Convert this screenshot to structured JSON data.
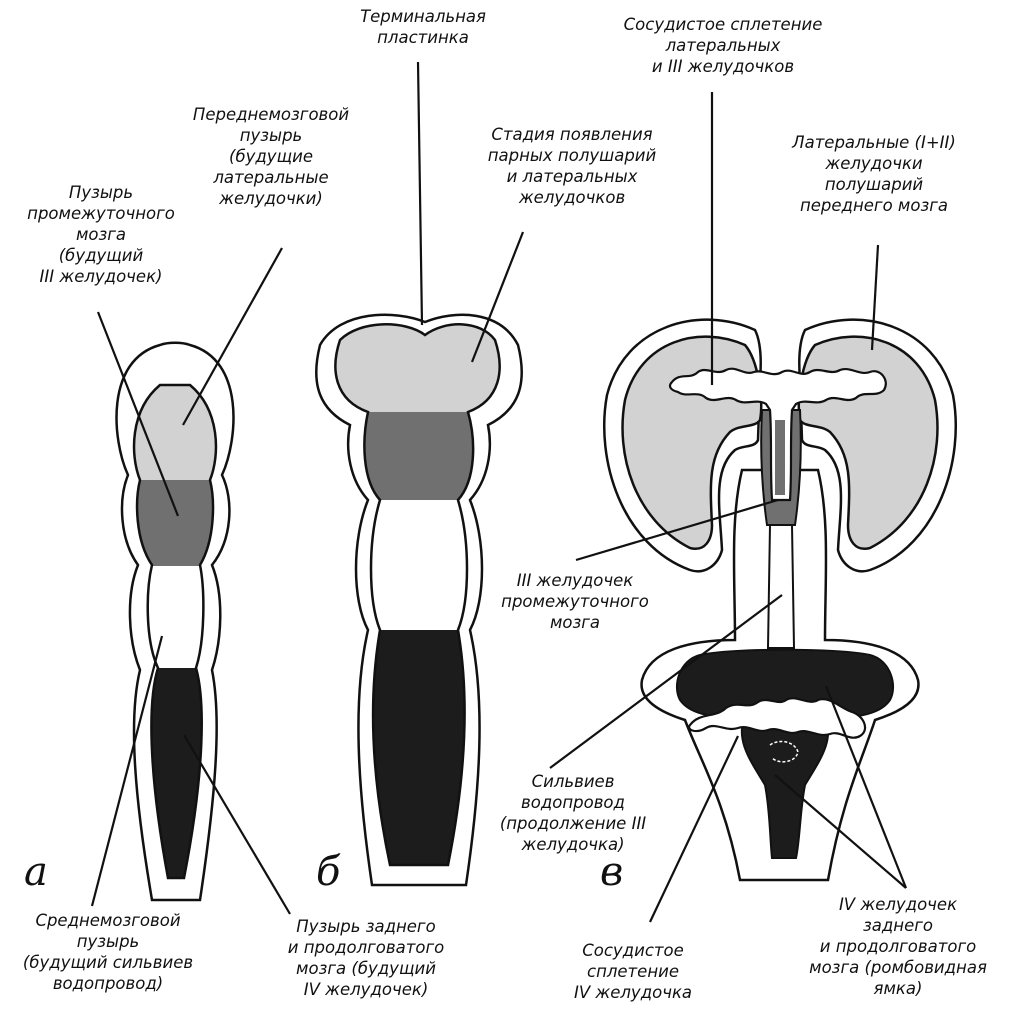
{
  "labels": {
    "terminal_plate": "Терминальная\nпластинка",
    "choroid_lateral_iii": "Сосудистое сплетение\nлатеральных\nи III желудочков",
    "forebrain_vesicle": "Переднемозговой\nпузырь\n(будущие\nлатеральные\nжелудочки)",
    "hemispheres_stage": "Стадия появления\nпарных полушарий\nи латеральных\nжелудочков",
    "lateral_ventricles": "Латеральные (I+II)\nжелудочки\nполушарий\nпереднего мозга",
    "diencephalon_vesicle": "Пузырь\nпромежуточного\nмозга\n(будущий\nIII желудочек)",
    "third_ventricle": "III желудочек\nпромежуточного\nмозга",
    "sylvian_aqueduct": "Сильвиев водопровод\n(продолжение III\nжелудочка)",
    "midbrain_vesicle": "Среднемозговой\nпузырь\n(будущий сильвиев\nводопровод)",
    "hindbrain_vesicle": "Пузырь заднего\nи продолговатого\nмозга (будущий\nIV желудочек)",
    "choroid_iv": "Сосудистое\nсплетение\nIV желудочка",
    "fourth_ventricle": "IV желудочек\nзаднего\nи продолговатого\nмозга (ромбовидная\nямка)"
  },
  "panel_letters": {
    "a": "а",
    "b": "б",
    "c": "в"
  },
  "colors": {
    "light_fill": "#d2d2d2",
    "medium_fill": "#707070",
    "dark_fill": "#1c1c1c",
    "outline": "#111111",
    "background": "#ffffff"
  }
}
